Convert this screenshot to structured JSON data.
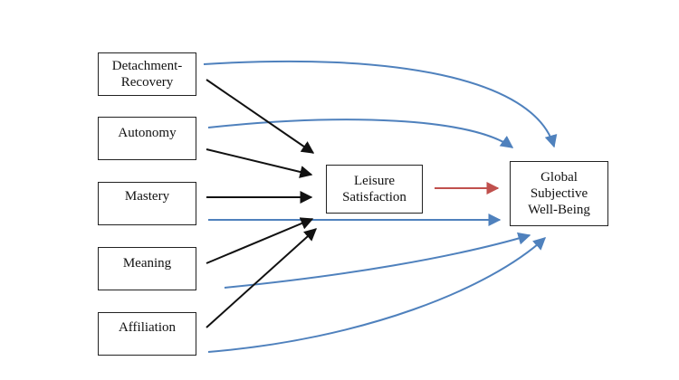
{
  "diagram": {
    "nodes": {
      "detachment_recovery": "Detachment-\nRecovery",
      "autonomy": "Autonomy",
      "mastery": "Mastery",
      "meaning": "Meaning",
      "affiliation": "Affiliation",
      "leisure_satisfaction": "Leisure\nSatisfaction",
      "global_subjective_well_being": "Global\nSubjective\nWell-Being"
    },
    "edges": [
      {
        "from": "detachment_recovery",
        "to": "leisure_satisfaction",
        "kind": "direct"
      },
      {
        "from": "autonomy",
        "to": "leisure_satisfaction",
        "kind": "direct"
      },
      {
        "from": "mastery",
        "to": "leisure_satisfaction",
        "kind": "direct"
      },
      {
        "from": "meaning",
        "to": "leisure_satisfaction",
        "kind": "direct"
      },
      {
        "from": "affiliation",
        "to": "leisure_satisfaction",
        "kind": "direct"
      },
      {
        "from": "leisure_satisfaction",
        "to": "global_subjective_well_being",
        "kind": "mediator"
      },
      {
        "from": "detachment_recovery",
        "to": "global_subjective_well_being",
        "kind": "direct"
      },
      {
        "from": "autonomy",
        "to": "global_subjective_well_being",
        "kind": "direct"
      },
      {
        "from": "mastery",
        "to": "global_subjective_well_being",
        "kind": "direct"
      },
      {
        "from": "meaning",
        "to": "global_subjective_well_being",
        "kind": "direct"
      },
      {
        "from": "affiliation",
        "to": "global_subjective_well_being",
        "kind": "direct"
      }
    ],
    "colors": {
      "predictor_to_leisure": "#111111",
      "leisure_to_wellbeing": "#c0504d",
      "predictor_to_wellbeing": "#4f81bd",
      "box_border": "#222222",
      "text": "#111111"
    }
  }
}
